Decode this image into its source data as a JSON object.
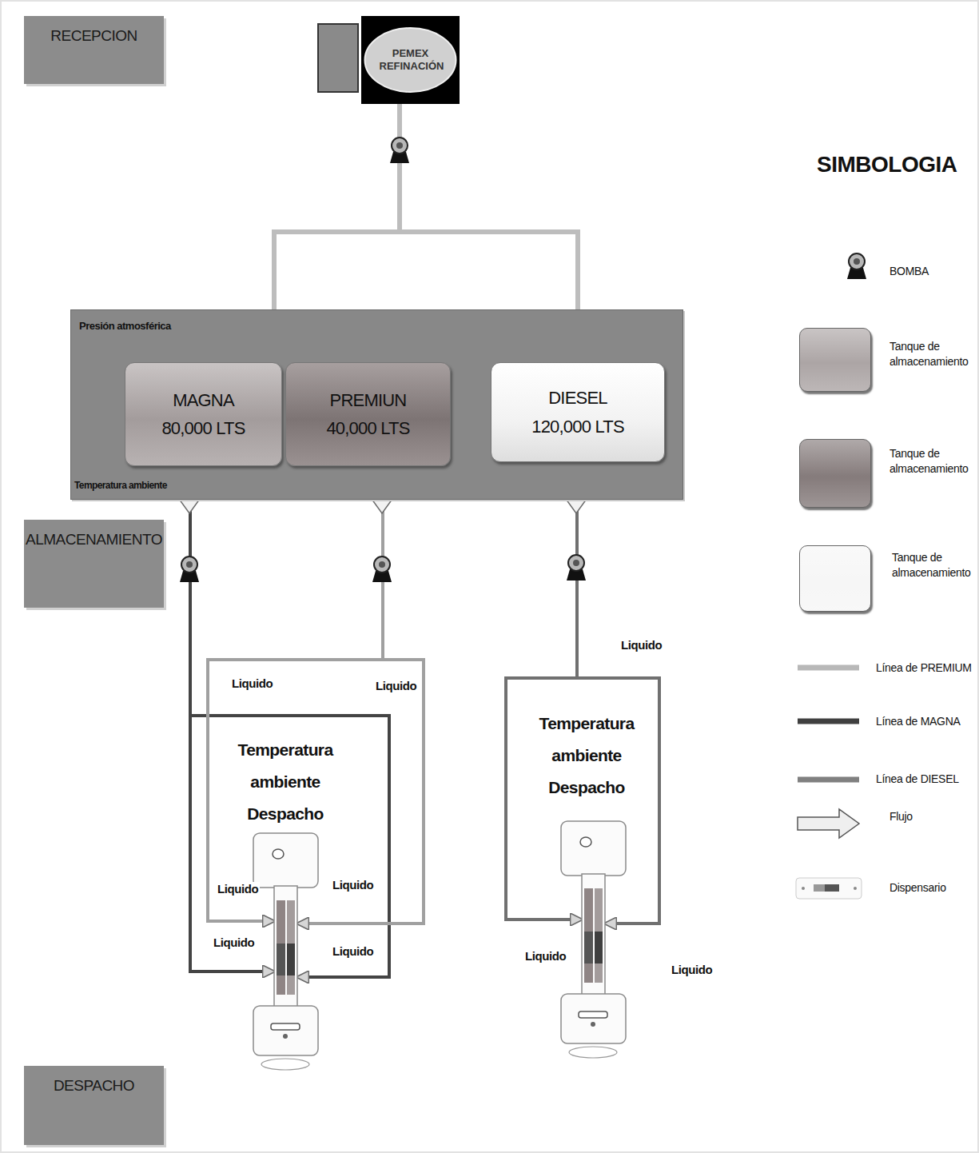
{
  "diagram": {
    "nodes": [
      {
        "text": [
          "RECEPCION"
        ]
      },
      {
        "text": [
          "PEMEX REFINACIÓN"
        ]
      },
      {
        "text": [
          "Presión atmosférica",
          "Temperatura ambiente"
        ]
      },
      {
        "text": [
          "MAGNA",
          "80,000 LTS"
        ],
        "in": 2
      },
      {
        "text": [
          "PREMIUN",
          "40,000 LTS"
        ],
        "in": 2
      },
      {
        "text": [
          "DIESEL",
          "120,000 LTS"
        ],
        "in": 2
      },
      {
        "text": [
          "ALMACENAMIENTO"
        ]
      },
      {
        "text": [
          "Temperatura ambiente Despacho"
        ]
      },
      {
        "text": [
          "Temperatura ambiente Despacho"
        ]
      },
      {
        "text": [
          "DESPACHO"
        ]
      }
    ],
    "edges": [
      {
        "from": 1,
        "to": 3,
        "arrow": "to"
      },
      {
        "from": 1,
        "to": 5,
        "arrow": "to"
      },
      {
        "from": 3,
        "to": 7,
        "arrow": "to"
      },
      {
        "from": 4,
        "to": 7,
        "arrow": "to"
      },
      {
        "from": 5,
        "to": 8,
        "arrow": "to"
      }
    ],
    "labels": [
      "SIMBOLOGIA",
      "Liquido",
      "Liquido",
      "Liquido",
      "Liquido",
      "Liquido",
      "Liquido",
      "Liquido",
      "Liquido",
      "Liquido"
    ],
    "legend": [
      {
        "text": "BOMBA"
      },
      {
        "text": "Tanque de almacenamiento",
        "color": "#aca5a5"
      },
      {
        "text": "Tanque de almacenamiento",
        "color": "#857b7b"
      },
      {
        "text": "Tanque de almacenamiento",
        "color": "#f6f6f6"
      },
      {
        "text": "Línea de PREMIUM"
      },
      {
        "text": "Línea de MAGNA"
      },
      {
        "text": "Línea de DIESEL"
      },
      {
        "text": "Flujo"
      },
      {
        "text": "Dispensario"
      }
    ]
  }
}
